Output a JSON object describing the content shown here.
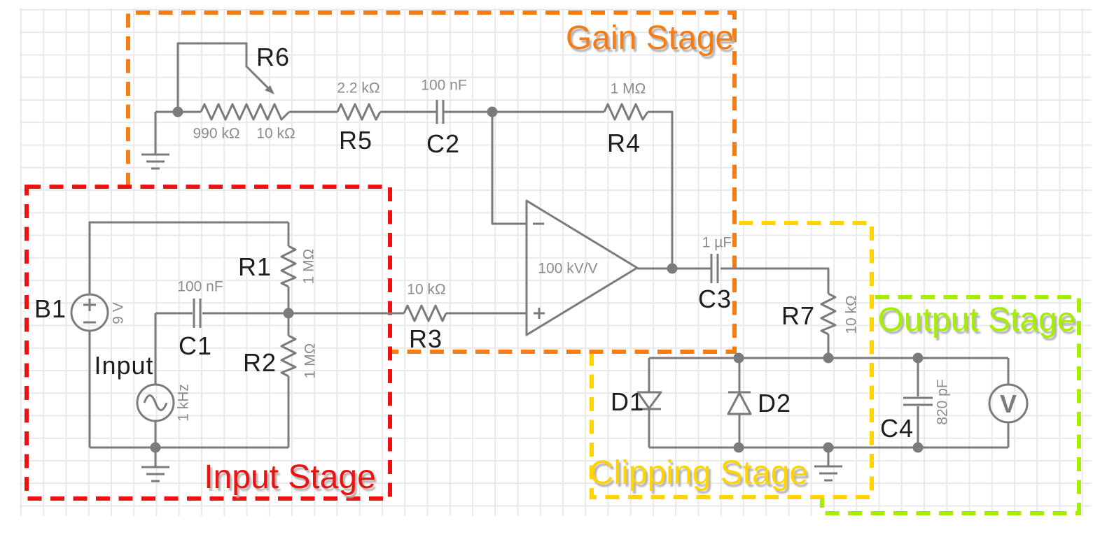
{
  "stages": {
    "gain": {
      "label": "Gain Stage",
      "color": "#f57c14"
    },
    "input": {
      "label": "Input Stage",
      "color": "#ee1111"
    },
    "clipping": {
      "label": "Clipping Stage",
      "color": "#ffd400"
    },
    "output": {
      "label": "Output Stage",
      "color": "#a6ee00"
    }
  },
  "components": {
    "b1": {
      "name": "B1",
      "value": "9 V"
    },
    "source": {
      "label": "Input",
      "value": "1 kHz"
    },
    "c1": {
      "name": "C1",
      "value": "100 nF"
    },
    "r1": {
      "name": "R1",
      "value": "1 MΩ"
    },
    "r2": {
      "name": "R2",
      "value": "1 MΩ"
    },
    "r3": {
      "name": "R3",
      "value": "10 kΩ"
    },
    "r6": {
      "name": "R6",
      "value_left": "990 kΩ",
      "value_right": "10 kΩ"
    },
    "r5": {
      "name": "R5",
      "value": "2.2 kΩ"
    },
    "c2": {
      "name": "C2",
      "value": "100 nF"
    },
    "r4": {
      "name": "R4",
      "value": "1 MΩ"
    },
    "opamp": {
      "gain": "100 kV/V"
    },
    "c3": {
      "name": "C3",
      "value": "1 µF"
    },
    "r7": {
      "name": "R7",
      "value": "10 kΩ"
    },
    "d1": {
      "name": "D1"
    },
    "d2": {
      "name": "D2"
    },
    "c4": {
      "name": "C4",
      "value": "820 pF"
    },
    "voltmeter": {
      "symbol": "V"
    }
  },
  "canvas": {
    "wire_color": "#7b7b7b",
    "grid_color": "#e9e9e9",
    "background": "#ffffff"
  }
}
